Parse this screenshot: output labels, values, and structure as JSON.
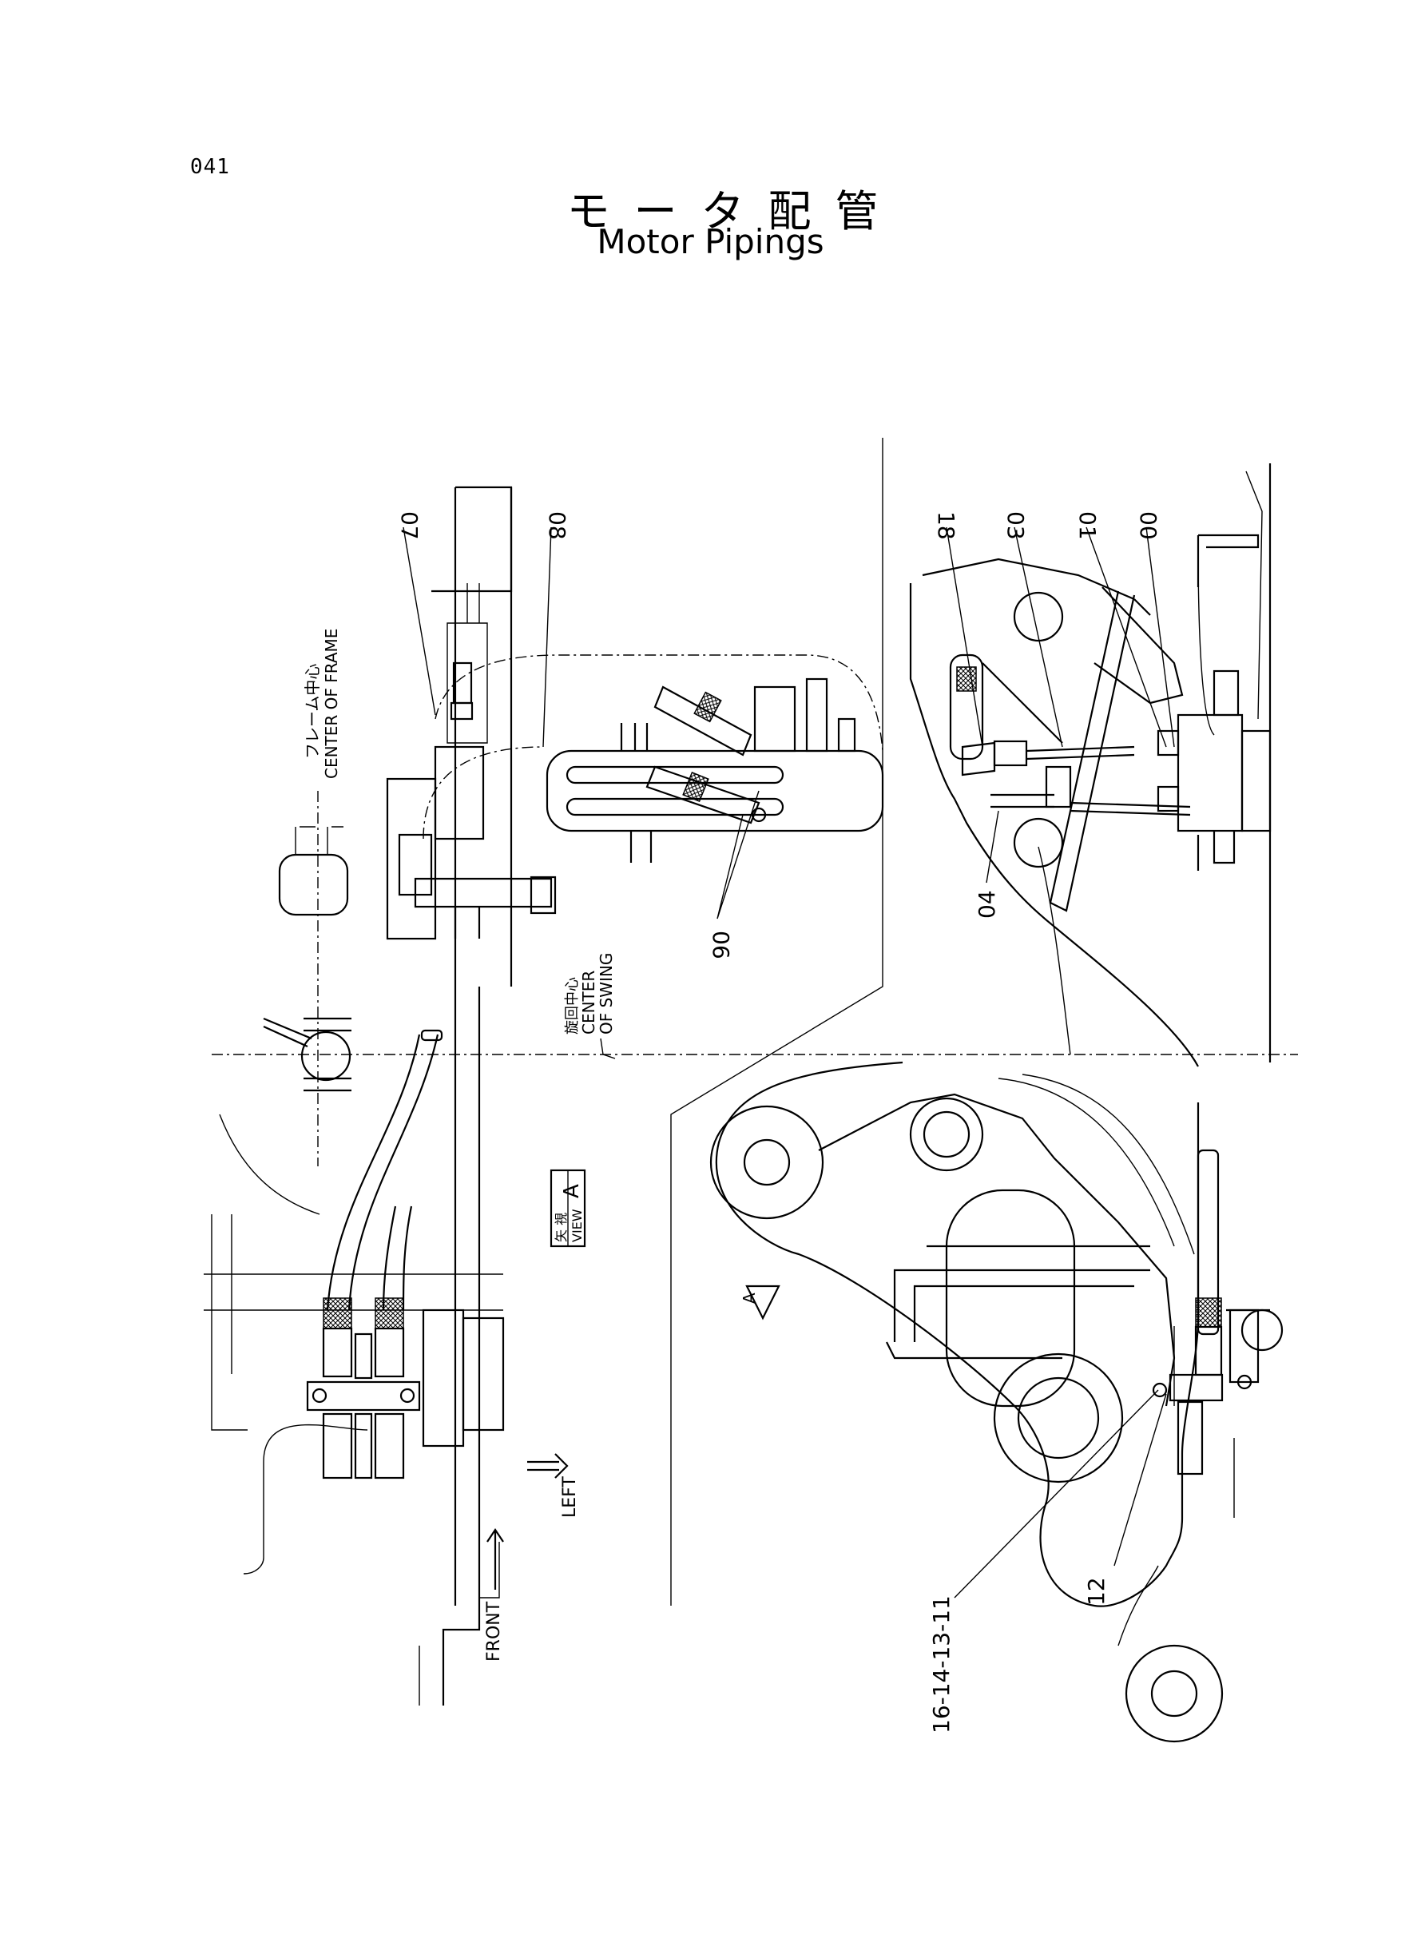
{
  "page": {
    "number": "041",
    "title_jp": "モータ配管",
    "title_en": "Motor Pipings"
  },
  "labels": {
    "center_of_frame_jp": "フレーム中心",
    "center_of_frame_en": "CENTER OF FRAME",
    "center_of_swing_jp": "旋回中心",
    "center_of_swing_en_1": "CENTER",
    "center_of_swing_en_2": "OF SWING",
    "view_jp": "矢 視",
    "view_en": "VIEW",
    "view_letter": "A",
    "arrow_marker": "A",
    "front": "FRONT",
    "left": "LEFT"
  },
  "callouts": {
    "c07": "07",
    "c08": "08",
    "c06": "06",
    "c18": "18",
    "c03": "03",
    "c01": "01",
    "c00": "00",
    "c04": "04",
    "c12": "12",
    "c16": "16-14-13-11"
  }
}
